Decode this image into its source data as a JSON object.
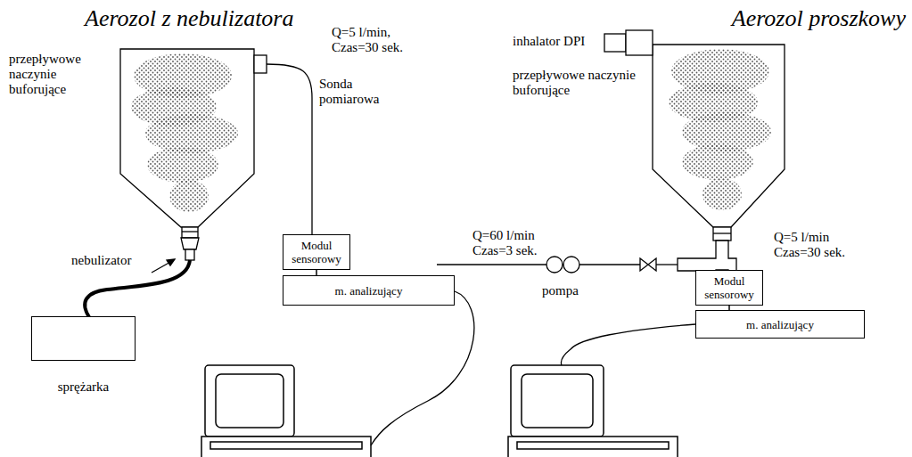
{
  "diagram": {
    "nodes": [
      {
        "text": [
          "Modul sensorowy"
        ]
      },
      {
        "text": [
          "m. analizujący"
        ]
      },
      {
        "text": [
          "sprężarka"
        ]
      },
      {
        "text": [
          "Modul sensorowy"
        ]
      },
      {
        "text": [
          "m. analizujący"
        ]
      }
    ],
    "edges": [
      {
        "from": 0,
        "to": 1,
        "arrow": "none"
      },
      {
        "from": 3,
        "to": 4,
        "arrow": "none"
      }
    ],
    "labels": [
      "Aerozol z nebulizatora",
      "Aerozol proszkowy",
      "przepływowe naczynie buforujące",
      "Q=5 l/min, Czas=30 sek.",
      "Sonda pomiarowa",
      "nebulizator",
      "inhalator DPI",
      "przepływowe naczynie buforujące",
      "Q=60 l/min Czas=3 sek.",
      "pompa",
      "Q=5 l/min Czas=30 sek."
    ]
  }
}
